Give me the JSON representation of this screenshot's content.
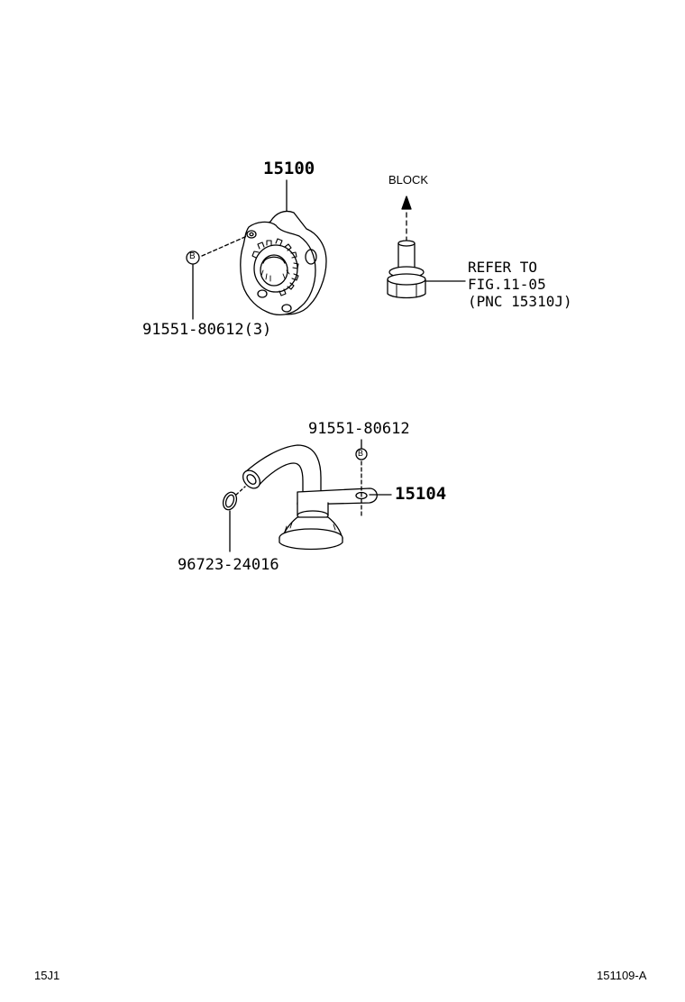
{
  "callouts": {
    "pump_part_no": "15100",
    "pump_bolt": "91551-80612(3)",
    "block_label": "BLOCK",
    "refer_line1": "REFER TO",
    "refer_line2": "FIG.11-05",
    "refer_line3": "(PNC 15310J)",
    "strainer_bolt": "91551-80612",
    "strainer_part_no": "15104",
    "oring_part_no": "96723-24016",
    "bolt_marker": "B"
  },
  "footer": {
    "left_code": "15J1",
    "right_code": "151109-A"
  }
}
